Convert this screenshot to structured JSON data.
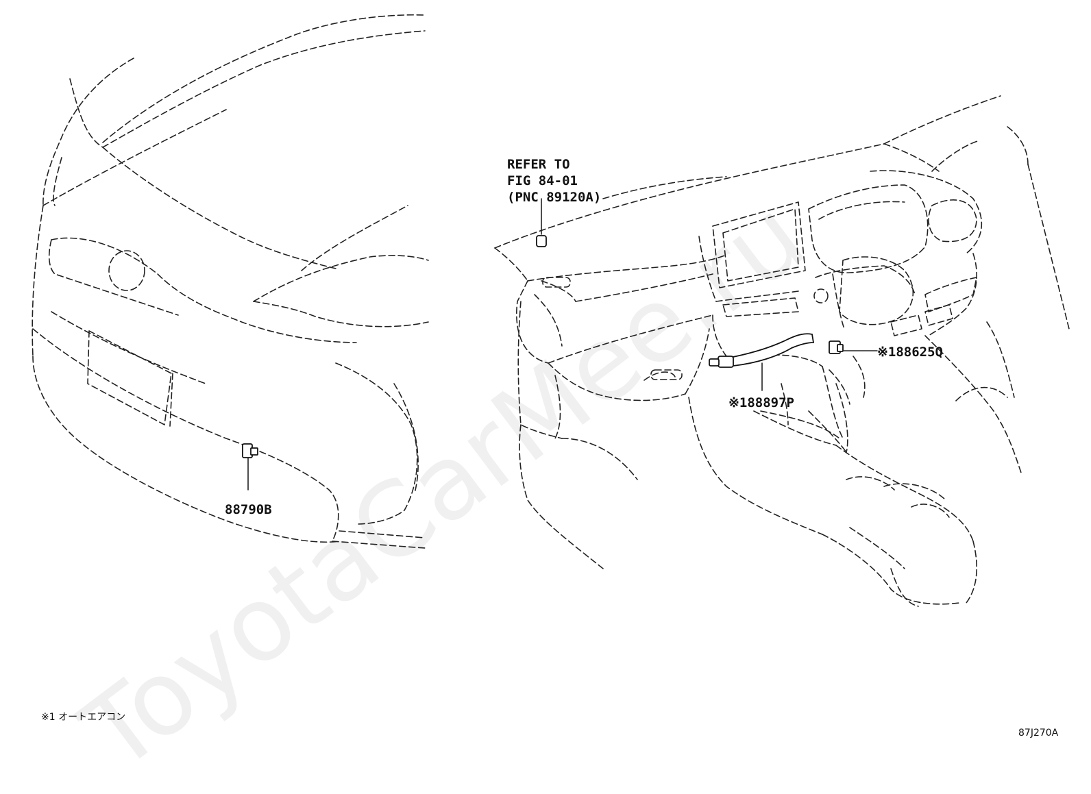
{
  "watermark": "ToyotaCarMee.ru",
  "refer": {
    "line1": "REFER TO",
    "line2": "FIG 84-01",
    "line3": "(PNC 89120A)"
  },
  "parts": {
    "front_sensor": "88790B",
    "sensor_upper": "※188625Q",
    "sensor_lower": "※188897P"
  },
  "footnote": "※1 オートエアコン",
  "figure_id": "87J270A"
}
